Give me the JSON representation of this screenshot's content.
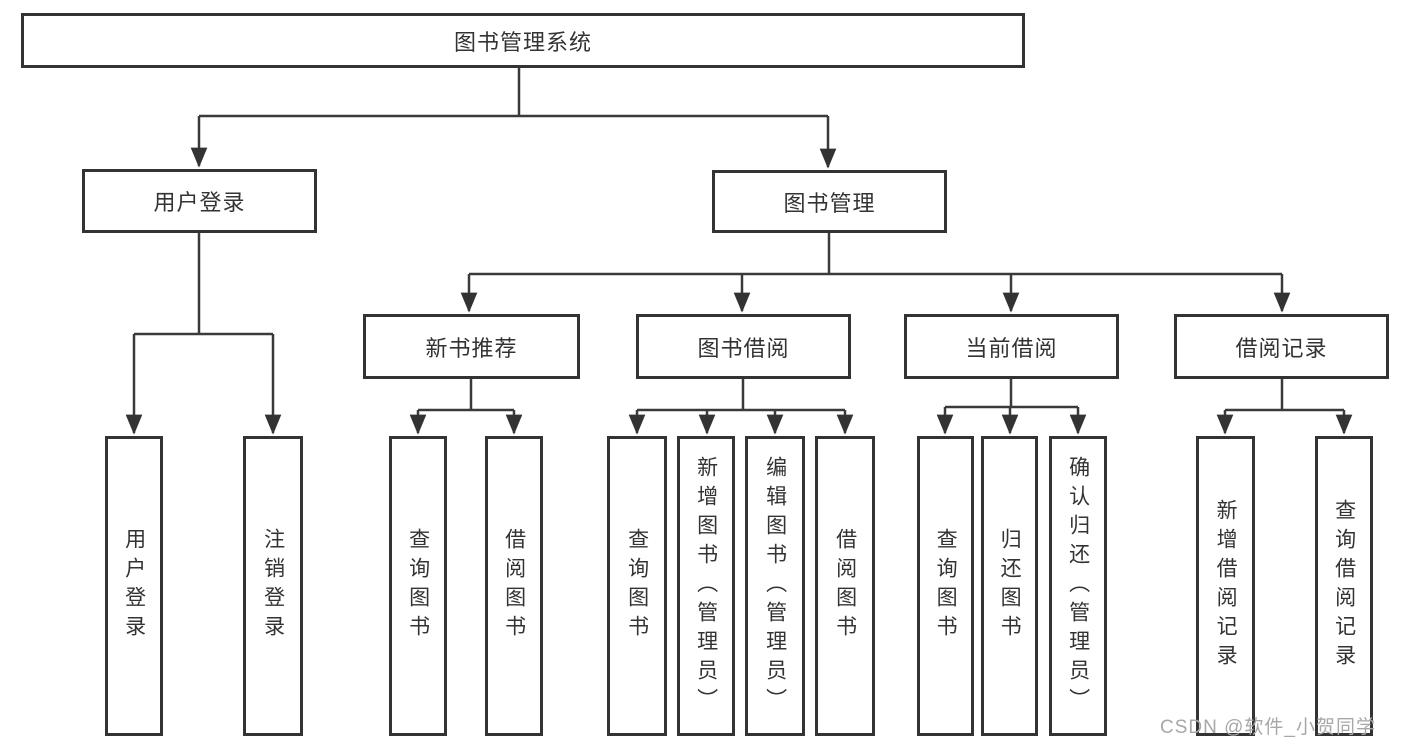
{
  "tree": {
    "root": {
      "label": "图书管理系统",
      "children": [
        {
          "label": "用户登录",
          "children": [
            {
              "label": "用户登录"
            },
            {
              "label": "注销登录"
            }
          ]
        },
        {
          "label": "图书管理",
          "children": [
            {
              "label": "新书推荐",
              "children": [
                {
                  "label": "查询图书"
                },
                {
                  "label": "借阅图书"
                }
              ]
            },
            {
              "label": "图书借阅",
              "children": [
                {
                  "label": "查询图书"
                },
                {
                  "label": "新增图书（管理员）"
                },
                {
                  "label": "编辑图书（管理员）"
                },
                {
                  "label": "借阅图书"
                }
              ]
            },
            {
              "label": "当前借阅",
              "children": [
                {
                  "label": "查询图书"
                },
                {
                  "label": "归还图书"
                },
                {
                  "label": "确认归还（管理员）"
                }
              ]
            },
            {
              "label": "借阅记录",
              "children": [
                {
                  "label": "新增借阅记录"
                },
                {
                  "label": "查询借阅记录"
                }
              ]
            }
          ]
        }
      ]
    }
  },
  "watermark": {
    "text": "CSDN @软件_小贺同学"
  },
  "colors": {
    "line": "#3a3a3a",
    "box_border": "#333333",
    "text": "#333333",
    "watermark": "#a8a8a8",
    "background": "#ffffff"
  }
}
